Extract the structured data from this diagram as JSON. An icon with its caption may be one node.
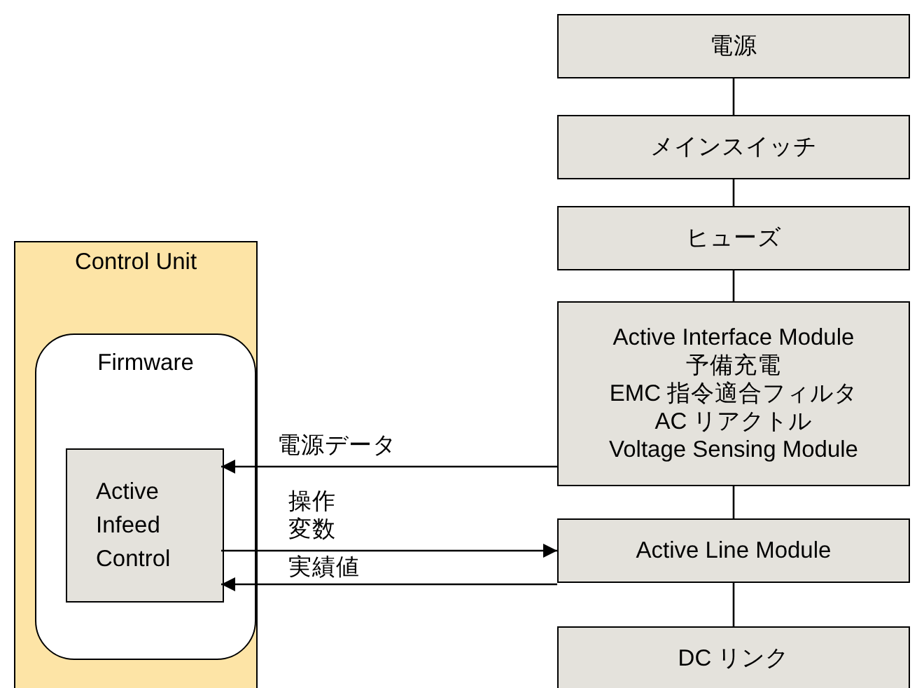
{
  "diagram": {
    "nodes": [
      {
        "text": [
          "Control Unit"
        ]
      },
      {
        "text": [
          "Firmware"
        ],
        "in": 0
      },
      {
        "text": [
          "Active Infeed Control"
        ],
        "in": 1
      },
      {
        "text": [
          "電源"
        ]
      },
      {
        "text": [
          "メインスイッチ"
        ]
      },
      {
        "text": [
          "ヒューズ"
        ]
      },
      {
        "text": [
          "Active Interface Module",
          "予備充電",
          "EMC 指令適合フィルタ",
          "AC リアクトル",
          "Voltage Sensing Module"
        ]
      },
      {
        "text": [
          "Active Line Module"
        ]
      },
      {
        "text": [
          "DC リンク"
        ]
      }
    ],
    "edges": [
      {
        "from": 3,
        "to": 4,
        "arrow": "none"
      },
      {
        "from": 4,
        "to": 5,
        "arrow": "none"
      },
      {
        "from": 5,
        "to": 6,
        "arrow": "none"
      },
      {
        "from": 6,
        "to": 7,
        "arrow": "none"
      },
      {
        "from": 7,
        "to": 8,
        "arrow": "none"
      },
      {
        "from": 6,
        "to": 2,
        "arrow": "to",
        "label": "電源データ"
      },
      {
        "from": 2,
        "to": 7,
        "arrow": "to",
        "label": "操作変数"
      },
      {
        "from": 7,
        "to": 2,
        "arrow": "to",
        "label": "実績値"
      }
    ]
  }
}
